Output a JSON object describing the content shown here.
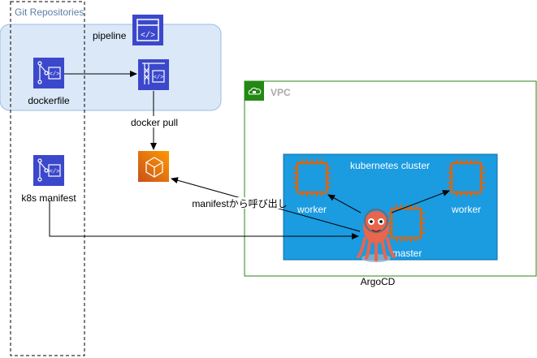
{
  "groups": {
    "git_repositories": "Git Repositories",
    "vpc": "VPC",
    "kubernetes_cluster": "kubernetes cluster"
  },
  "nodes": {
    "pipeline": "pipeline",
    "dockerfile": "dockerfile",
    "k8s_manifest": "k8s manifest",
    "worker_left": "worker",
    "worker_right": "worker",
    "master": "master",
    "argocd": "ArgoCD"
  },
  "edges": {
    "docker_pull": "docker pull",
    "manifest_call": "manifestから呼び出し"
  },
  "icons": {
    "pipeline": "codepipeline-icon",
    "dockerfile": "codecommit-icon",
    "k8s_manifest": "codecommit-icon",
    "codebuild": "codebuild-icon",
    "ecr": "ecr-icon",
    "vpc": "cloud-lock-icon",
    "worker": "ec2-chip-icon",
    "argocd": "argocd-octopus-icon"
  },
  "colors": {
    "aws_blue": "#3b48cc",
    "pipeline_band": "#dbe8f7",
    "vpc_green": "#248814",
    "cluster_blue": "#1b9be0",
    "ec2_orange": "#d86613",
    "ecr_orange": "#ed8b1c"
  }
}
